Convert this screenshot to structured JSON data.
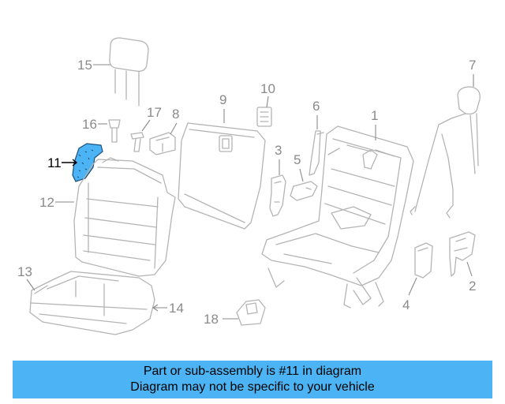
{
  "highlight_color": "#4cb4f4",
  "callouts": {
    "c1": "1",
    "c2": "2",
    "c3": "3",
    "c4": "4",
    "c5": "5",
    "c6": "6",
    "c7": "7",
    "c8": "8",
    "c9": "9",
    "c10": "10",
    "c11": "11",
    "c12": "12",
    "c13": "13",
    "c14": "14",
    "c15": "15",
    "c16": "16",
    "c17": "17",
    "c18": "18"
  },
  "highlighted_part": "11",
  "banner": {
    "line1": "Part or sub-assembly is #11 in diagram",
    "line2": "Diagram may not be specific to your vehicle"
  }
}
